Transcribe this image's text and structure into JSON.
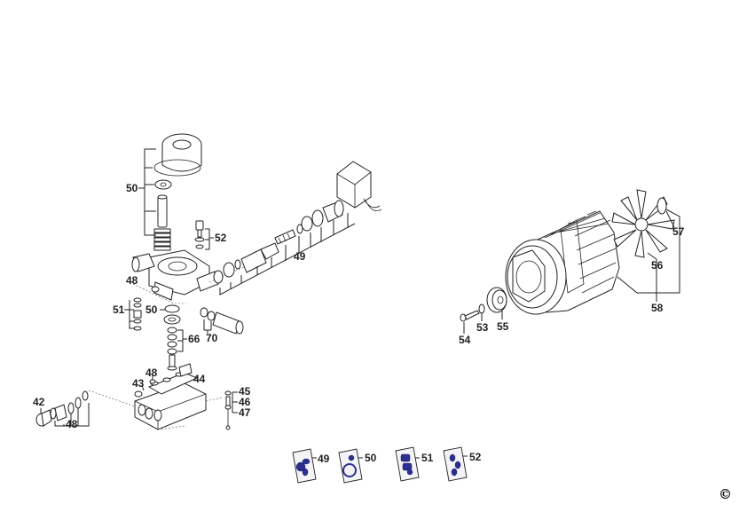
{
  "labels": {
    "p42": "42",
    "p43": "43",
    "p44": "44",
    "p45": "45",
    "p46": "46",
    "p47": "47",
    "p48a": "48",
    "p48b": "48",
    "p48c": "48",
    "p49": "49",
    "p50a": "50",
    "p50b": "50",
    "p51": "51",
    "p52": "52",
    "p53": "53",
    "p54": "54",
    "p55": "55",
    "p56": "56",
    "p57": "57",
    "p58": "58",
    "p66": "66",
    "p70": "70"
  },
  "kits": {
    "k49": "49",
    "k50": "50",
    "k51": "51",
    "k52": "52"
  },
  "copyright": "©",
  "colors": {
    "line": "#222222",
    "kit_accent": "#2b2f8f"
  }
}
